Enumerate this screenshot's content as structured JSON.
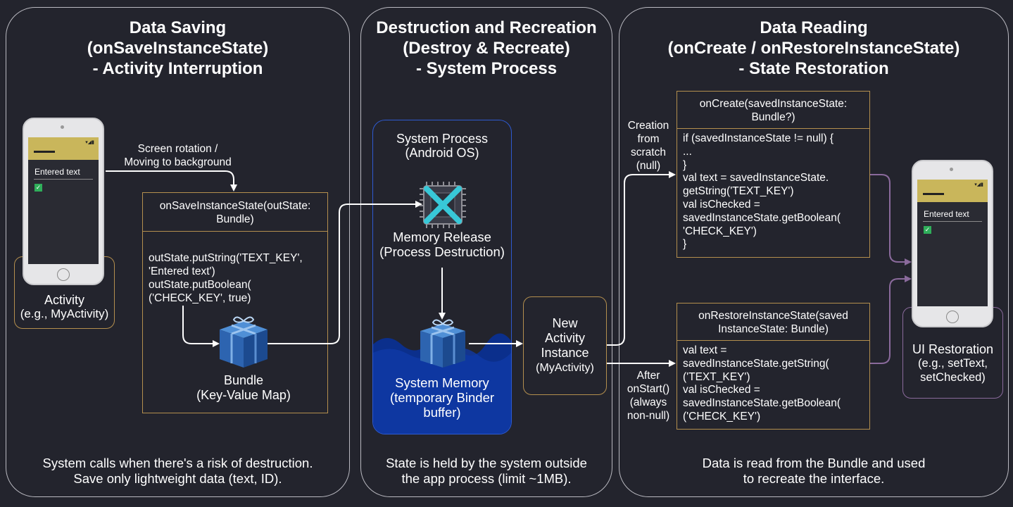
{
  "saving": {
    "title": [
      "Data Saving",
      "(onSaveInstanceState)",
      "- Activity Interruption"
    ],
    "footer": [
      "System calls when there's a risk of destruction.",
      "Save only lightweight data (text, ID)."
    ],
    "phone": {
      "field_text": "Entered text",
      "check_glyph": "✓",
      "status_glyph": "▾◢▮"
    },
    "activity_label": [
      "Activity",
      "(e.g., MyActivity)"
    ],
    "trigger_label": [
      "Screen rotation /",
      "Moving to background"
    ],
    "save_box": {
      "header": [
        "onSaveInstanceState(outState:",
        "Bundle)"
      ],
      "body": [
        "outState.putString('TEXT_KEY',",
        "'Entered text')",
        "outState.putBoolean(",
        "('CHECK_KEY', true)"
      ]
    },
    "bundle_icon": "gift-box-icon",
    "bundle_label": [
      "Bundle",
      "(Key-Value Map)"
    ]
  },
  "process": {
    "title": [
      "Destruction and Recreation",
      "(Destroy & Recreate)",
      "- System Process"
    ],
    "footer": [
      "State is held by the system outside",
      "the app process (limit ~1MB)."
    ],
    "system_label": [
      "System Process",
      "(Android OS)"
    ],
    "chip_icon": "cpu-chip-crossed-icon",
    "memory_release": [
      "Memory Release",
      "(Process Destruction)"
    ],
    "memory_label": [
      "System Memory",
      "(temporary Binder",
      "buffer)"
    ],
    "new_instance": [
      "New",
      "Activity",
      "Instance",
      "(MyActivity)"
    ]
  },
  "reading": {
    "title": [
      "Data Reading",
      "(onCreate / onRestoreInstanceState)",
      "- State Restoration"
    ],
    "footer": [
      "Data is read from the Bundle and used",
      "to recreate the interface."
    ],
    "creation_label": [
      "Creation",
      "from",
      "scratch",
      "(null)"
    ],
    "after_label": [
      "After",
      "onStart()",
      "(always",
      "non-null)"
    ],
    "oncreate_box": {
      "header": [
        "onCreate(savedInstanceState:",
        "Bundle?)"
      ],
      "body": [
        "if (savedInstanceState != null) {",
        "   ...",
        "}",
        "val text = savedInstanceState.",
        "getString('TEXT_KEY')",
        "val isChecked =",
        "savedInstanceState.getBoolean(",
        "'CHECK_KEY')",
        "}"
      ]
    },
    "restore_box": {
      "header": [
        "onRestoreInstanceState(saved",
        "InstanceState: Bundle)"
      ],
      "body": [
        "val text =",
        "savedInstanceState.getString(",
        "('TEXT_KEY')",
        "val isChecked =",
        "savedInstanceState.getBoolean(",
        "('CHECK_KEY')"
      ]
    },
    "phone": {
      "field_text": "Entered text",
      "check_glyph": "✓",
      "status_glyph": "▾◢▮"
    },
    "ui_restoration": [
      "UI Restoration",
      "(e.g., setText,",
      "setChecked)"
    ]
  },
  "colors": {
    "background": "#23242d",
    "panel_border": "#b9b9c0",
    "box_border": "#b48f4e",
    "connector_white": "#ffffff",
    "connector_purple": "#8a6a9c",
    "memory_blue": "#0b2f8c",
    "system_border": "#2e5ad0",
    "chip_cyan": "#38c8d8"
  }
}
